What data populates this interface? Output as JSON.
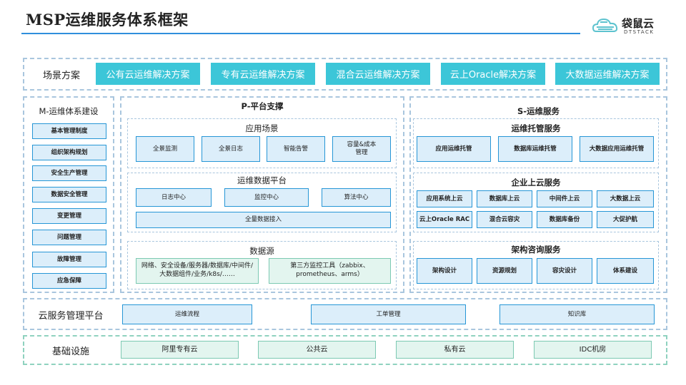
{
  "title": "MSP运维服务体系框架",
  "logo": {
    "name": "袋鼠云",
    "sub": "DTSTACK",
    "icon": "cloud-logo-icon"
  },
  "scene": {
    "label": "场景方案",
    "items": [
      "公有云运维解决方案",
      "专有云运维解决方案",
      "混合云运维解决方案",
      "云上Oracle解决方案",
      "大数据运维解决方案"
    ]
  },
  "m": {
    "title": "M-运维体系建设",
    "items": [
      "基本管理制度",
      "组织架构规划",
      "安全生产管理",
      "数据安全管理",
      "变更管理",
      "问题管理",
      "故障管理",
      "应急保障"
    ]
  },
  "p": {
    "title": "P-平台支撑",
    "app": {
      "title": "应用场景",
      "items": [
        "全景监测",
        "全景日志",
        "智能告警",
        "容量&成本\n管理"
      ]
    },
    "ops": {
      "title": "运维数据平台",
      "items": [
        "日志中心",
        "监控中心",
        "算法中心"
      ],
      "wide": "全量数据接入"
    },
    "ds": {
      "title": "数据源",
      "items": [
        "网络、安全设备/服务器/数据库/中间件/大数据组件/业务/k8s/……",
        "第三方监控工具（zabbix、prometheus、arms）"
      ]
    }
  },
  "s": {
    "title": "S-运维服务",
    "hosting": {
      "title": "运维托管服务",
      "items": [
        "应用运维托管",
        "数据库运维托管",
        "大数据应用运维托管"
      ]
    },
    "cloud": {
      "title": "企业上云服务",
      "items": [
        "应用系统上云",
        "数据库上云",
        "中间件上云",
        "大数据上云",
        "云上Oracle RAC",
        "混合云容灾",
        "数据库备份",
        "大促护航"
      ]
    },
    "consult": {
      "title": "架构咨询服务",
      "items": [
        "架构设计",
        "资源规划",
        "容灾设计",
        "体系建设"
      ]
    }
  },
  "cloud_mgmt": {
    "label": "云服务管理平台",
    "items": [
      "运维流程",
      "工单管理",
      "知识库"
    ]
  },
  "infra": {
    "label": "基础设施",
    "items": [
      "阿里专有云",
      "公共云",
      "私有云",
      "IDC机房"
    ]
  },
  "colors": {
    "accent": "#2f8fdc",
    "scene_button": "#3cc6d8",
    "box_fill": "#dceefa",
    "box_border": "#2696d6",
    "green_fill": "#e3f5ef",
    "green_border": "#7cc9b2",
    "dash": "#a9c6de"
  }
}
